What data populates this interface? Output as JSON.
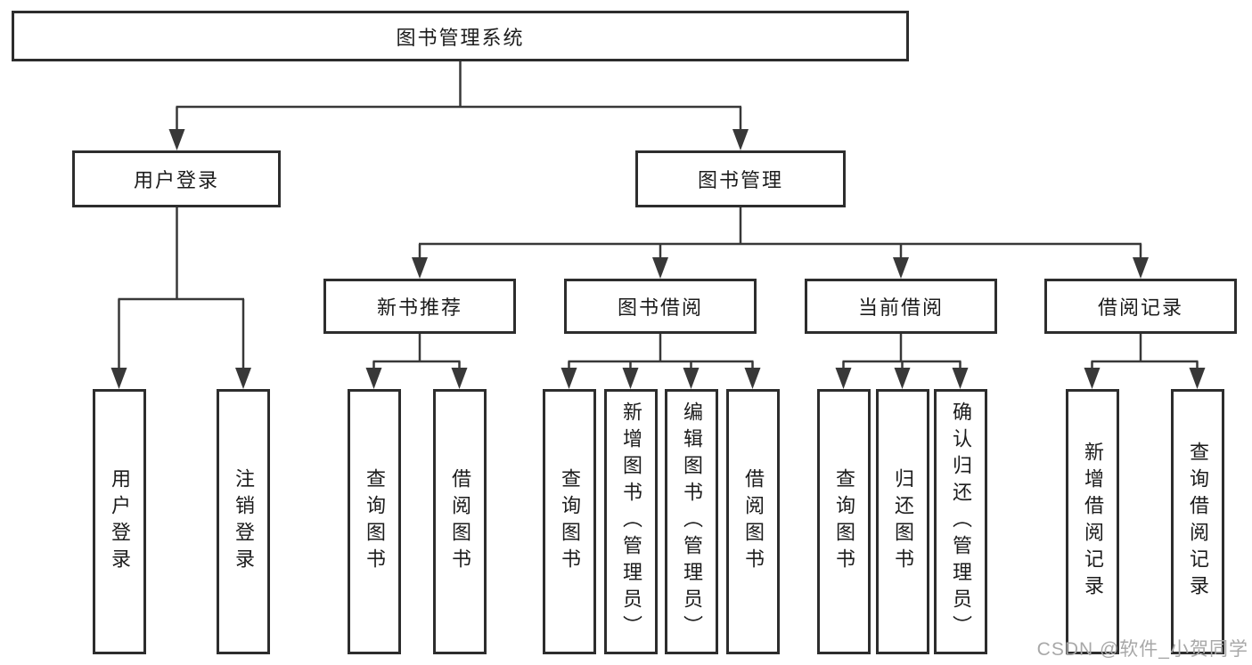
{
  "diagram": {
    "title": "图书管理系统",
    "nodes": {
      "root": {
        "label": "图书管理系统"
      },
      "user_login": {
        "label": "用户登录"
      },
      "book_management": {
        "label": "图书管理"
      },
      "new_book_recommend": {
        "label": "新书推荐"
      },
      "book_borrowing": {
        "label": "图书借阅"
      },
      "current_borrowing": {
        "label": "当前借阅"
      },
      "borrowing_records": {
        "label": "借阅记录"
      },
      "ul_user_login": {
        "label": "用户登录"
      },
      "ul_logout": {
        "label": "注销登录"
      },
      "nbr_query_books": {
        "label": "查询图书"
      },
      "nbr_borrow_books": {
        "label": "借阅图书"
      },
      "bb_query_books": {
        "label": "查询图书"
      },
      "bb_add_books_admin": {
        "label": "新增图书（管理员）"
      },
      "bb_edit_books_admin": {
        "label": "编辑图书（管理员）"
      },
      "bb_borrow_books": {
        "label": "借阅图书"
      },
      "cb_query_books": {
        "label": "查询图书"
      },
      "cb_return_books": {
        "label": "归还图书"
      },
      "cb_confirm_return_admin": {
        "label": "确认归还（管理员）"
      },
      "br_add_record": {
        "label": "新增借阅记录"
      },
      "br_query_record": {
        "label": "查询借阅记录"
      }
    },
    "edges": [
      {
        "parent": "图书管理系统",
        "children": [
          "用户登录",
          "图书管理"
        ]
      },
      {
        "parent": "用户登录",
        "children": [
          "用户登录",
          "注销登录"
        ]
      },
      {
        "parent": "图书管理",
        "children": [
          "新书推荐",
          "图书借阅",
          "当前借阅",
          "借阅记录"
        ]
      },
      {
        "parent": "新书推荐",
        "children": [
          "查询图书",
          "借阅图书"
        ]
      },
      {
        "parent": "图书借阅",
        "children": [
          "查询图书",
          "新增图书（管理员）",
          "编辑图书（管理员）",
          "借阅图书"
        ]
      },
      {
        "parent": "当前借阅",
        "children": [
          "查询图书",
          "归还图书",
          "确认归还（管理员）"
        ]
      },
      {
        "parent": "借阅记录",
        "children": [
          "新增借阅记录",
          "查询借阅记录"
        ]
      }
    ]
  },
  "watermark": {
    "text": "CSDN @软件_小贺同学"
  },
  "colors": {
    "background": "#ffffff",
    "box_border": "#2d2d2d",
    "connector_line": "#383838",
    "text": "#1c1c1c",
    "watermark": "#a8a8a8"
  }
}
